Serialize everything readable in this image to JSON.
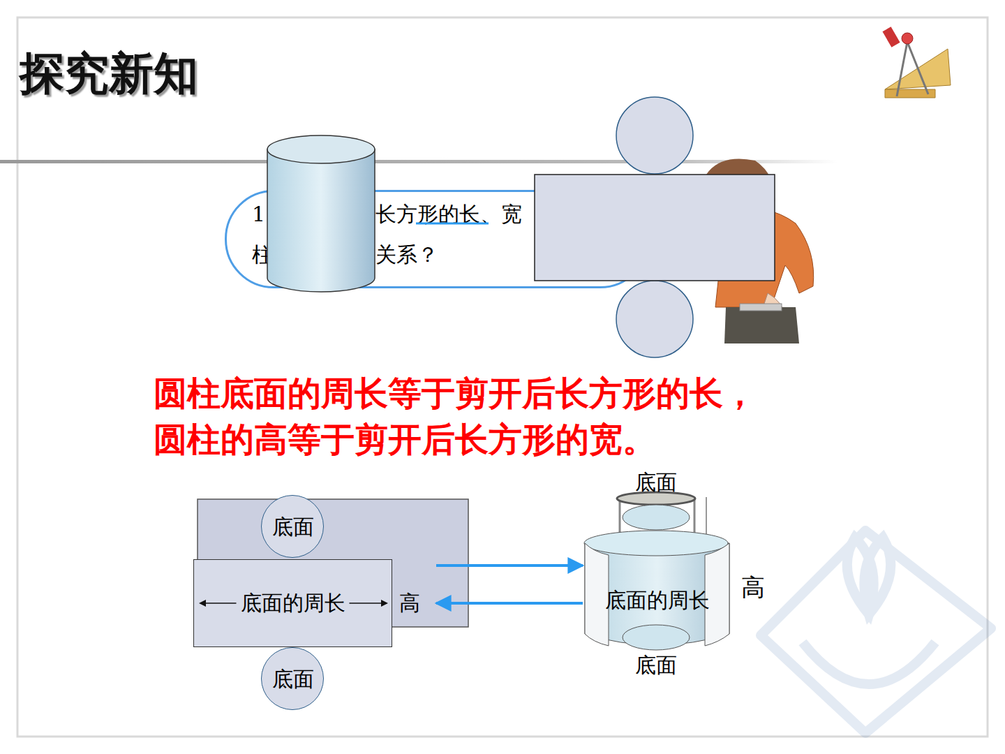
{
  "diagram": {
    "title": "探究新知",
    "nodes": [
      {
        "text": [
          "1",
          "长方形的长、宽",
          "柱",
          "关系？"
        ]
      },
      {
        "text": [
          "底面"
        ]
      },
      {
        "text": [
          "底面的周长",
          "高"
        ]
      },
      {
        "text": [
          "底面"
        ]
      },
      {
        "text": [
          "底面的周长"
        ]
      }
    ],
    "edges": [
      {
        "from": 2,
        "to": 4,
        "arrow": "to"
      },
      {
        "from": 4,
        "to": 2,
        "arrow": "to"
      }
    ],
    "labels": [
      "圆柱底面的周长等于剪开后长方形的长，",
      "圆柱的高等于剪开后长方形的宽。",
      "底面",
      "高",
      "底面"
    ]
  }
}
